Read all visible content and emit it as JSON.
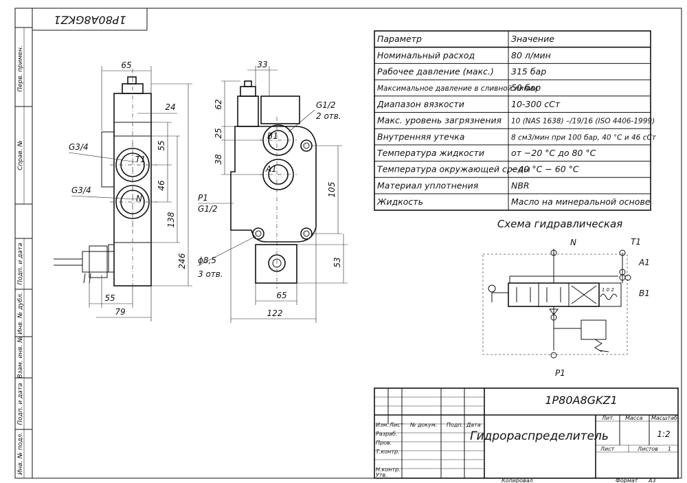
{
  "stamp_top": "1P80A8GKZ1",
  "side_labels": [
    "Перв. примен.",
    "Справ. №",
    "Подп. и дата",
    "Инв. № дубл.",
    "Взам. инв. №",
    "Подп. и дата",
    "Инв. № подл."
  ],
  "front_view": {
    "dims": {
      "w65": "65",
      "d24": "24",
      "d55": "55",
      "d46": "46",
      "d138": "138",
      "d246": "246",
      "d55b": "55",
      "d79": "79"
    },
    "labels": {
      "g34_top": "G3/4",
      "g34_bot": "G3/4",
      "port_t1": "T1",
      "port_n": "N"
    }
  },
  "side_view": {
    "dims": {
      "d33": "33",
      "d62": "62",
      "d25": "25",
      "d38": "38",
      "d105": "105",
      "d53": "53",
      "d65": "65",
      "d122": "122"
    },
    "labels": {
      "g12": "G1/2",
      "g12_count": "2 отв.",
      "port_b1": "B1",
      "port_a1": "A1",
      "p1": "P1",
      "p1_g12": "G1/2",
      "hole": "ϕ8,5",
      "hole_count": "3 отв."
    }
  },
  "spec_table": {
    "headers": [
      "Параметр",
      "Значение"
    ],
    "rows": [
      [
        "Номинальный расход",
        "80 л/мин"
      ],
      [
        "Рабочее давление (макс.)",
        "315 бар"
      ],
      [
        "Максимальное давление в сливной линии",
        "50 бар"
      ],
      [
        "Диапазон вязкости",
        "10-300 сСт"
      ],
      [
        "Макс. уровень загрязнения",
        "10 (NAS 1638) –/19/16 (ISO 4406-1999)"
      ],
      [
        "Внутренняя утечка",
        "8 см3/мин при 100 бар, 40 °С и 46 сСт"
      ],
      [
        "Температура жидкости",
        "от −20 °С до 80 °С"
      ],
      [
        "Температура окружающей среды",
        "−40 °С − 60 °С"
      ],
      [
        "Материал уплотнения",
        "NBR"
      ],
      [
        "Жидкость",
        "Масло на минеральной основе"
      ]
    ]
  },
  "schema": {
    "title": "Схема гидравлическая",
    "labels": {
      "n": "N",
      "t1": "T1",
      "a1": "A1",
      "b1": "B1",
      "p1": "P1",
      "pos": "1 0 2"
    }
  },
  "title_block": {
    "designation": "1P80A8GKZ1",
    "name": "Гидрораспределитель",
    "col_headers": [
      "Изм.",
      "Лист",
      "№ докум.",
      "Подп.",
      "Дата"
    ],
    "roles": [
      "Разраб.",
      "Пров.",
      "Т.контр.",
      "Н.контр.",
      "Утв."
    ],
    "lit": "Лит.",
    "mass": "Масса",
    "scale_label": "Масштаб",
    "scale": "1:2",
    "sheet": "Лист",
    "sheets": "Листов",
    "sheets_count": "1",
    "copied": "Копировал",
    "format_label": "Формат",
    "format": "А3"
  }
}
